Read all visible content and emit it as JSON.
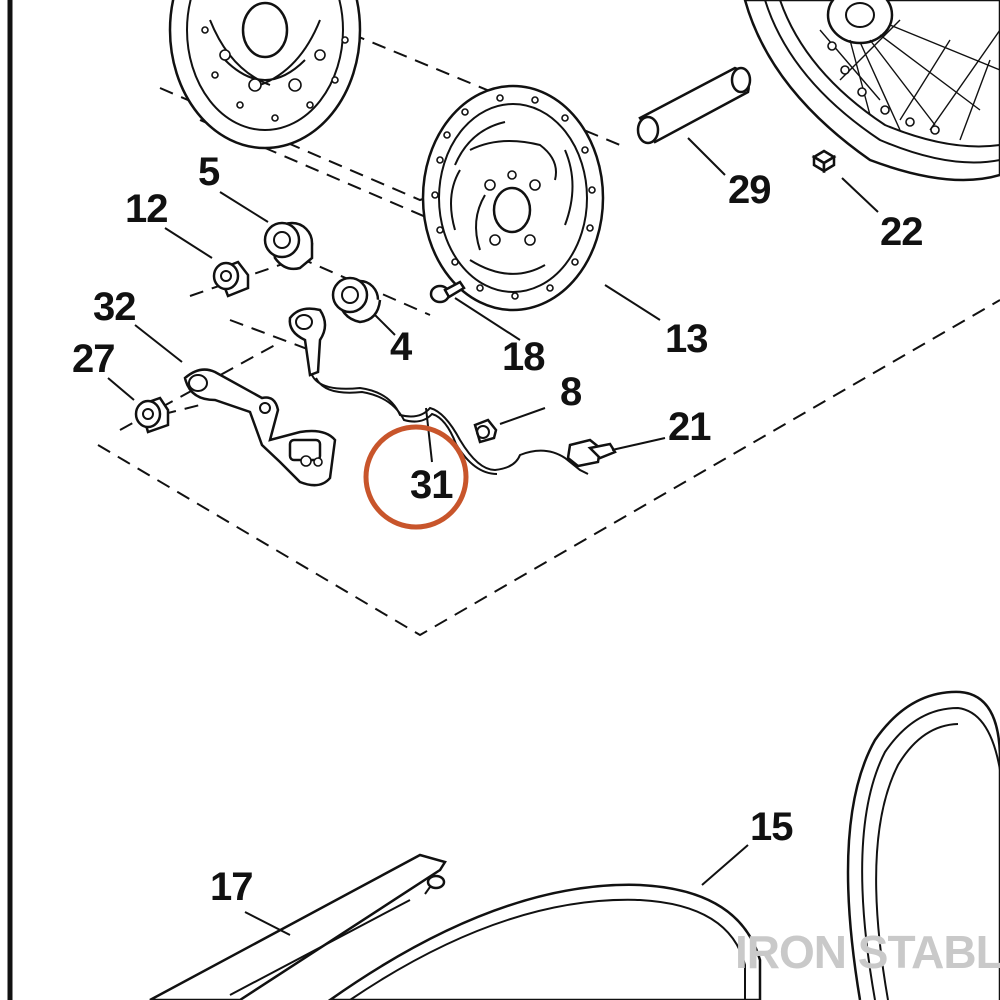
{
  "diagram": {
    "callouts": {
      "n5": "5",
      "n12": "12",
      "n32": "32",
      "n27": "27",
      "n4": "4",
      "n18": "18",
      "n13": "13",
      "n29": "29",
      "n22": "22",
      "n8": "8",
      "n21": "21",
      "n31": "31",
      "n15": "15",
      "n17": "17"
    },
    "highlight": {
      "part": "31",
      "color": "#c8552b"
    },
    "watermark": "IRON STABLE"
  }
}
